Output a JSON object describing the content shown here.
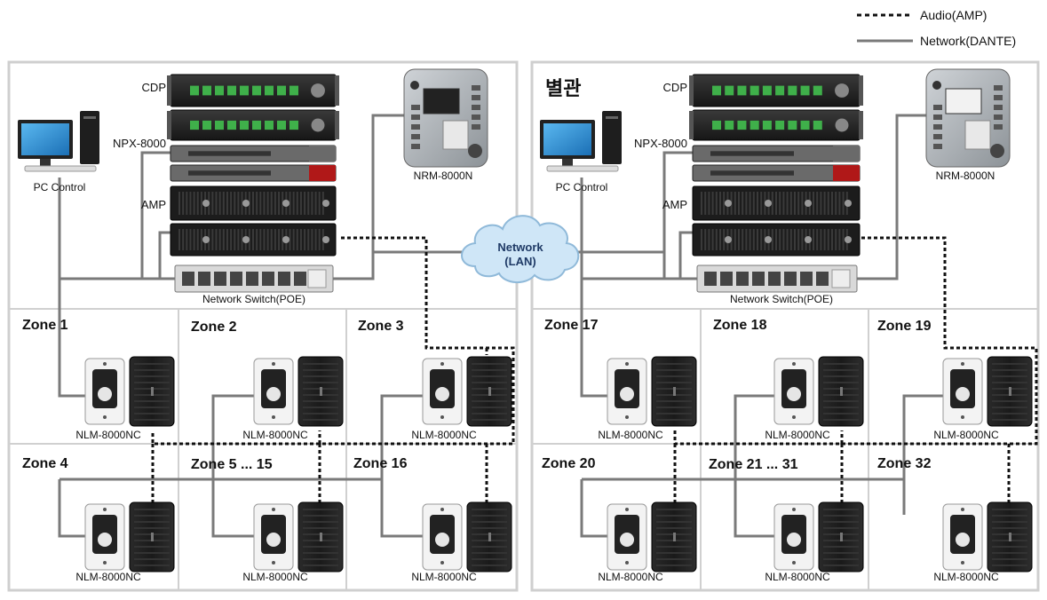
{
  "legend": {
    "audio": "Audio(AMP)",
    "network": "Network(DANTE)",
    "audio_color": "#111111",
    "network_color": "#7a7a7a"
  },
  "cloud": {
    "line1": "Network",
    "line2": "(LAN)",
    "fill": "#cfe6f7"
  },
  "left": {
    "building": "",
    "cdp": "CDP",
    "npx": "NPX-8000",
    "amp": "AMP",
    "pc": "PC Control",
    "nrm": "NRM-8000N",
    "switch": "Network Switch(POE)",
    "zones": [
      {
        "label": "Zone 1",
        "device": "NLM-8000NC"
      },
      {
        "label": "Zone 2",
        "device": "NLM-8000NC"
      },
      {
        "label": "Zone 3",
        "device": "NLM-8000NC"
      },
      {
        "label": "Zone 4",
        "device": "NLM-8000NC"
      },
      {
        "label": "Zone 5 ... 15",
        "device": "NLM-8000NC"
      },
      {
        "label": "Zone 16",
        "device": "NLM-8000NC"
      }
    ]
  },
  "right": {
    "building": "별관",
    "cdp": "CDP",
    "npx": "NPX-8000",
    "amp": "AMP",
    "pc": "PC Control",
    "nrm": "NRM-8000N",
    "switch": "Network Switch(POE)",
    "zones": [
      {
        "label": "Zone 17",
        "device": "NLM-8000NC"
      },
      {
        "label": "Zone 18",
        "device": "NLM-8000NC"
      },
      {
        "label": "Zone 19",
        "device": "NLM-8000NC"
      },
      {
        "label": "Zone 20",
        "device": "NLM-8000NC"
      },
      {
        "label": "Zone 21 ... 31",
        "device": "NLM-8000NC"
      },
      {
        "label": "Zone 32",
        "device": "NLM-8000NC"
      }
    ]
  }
}
